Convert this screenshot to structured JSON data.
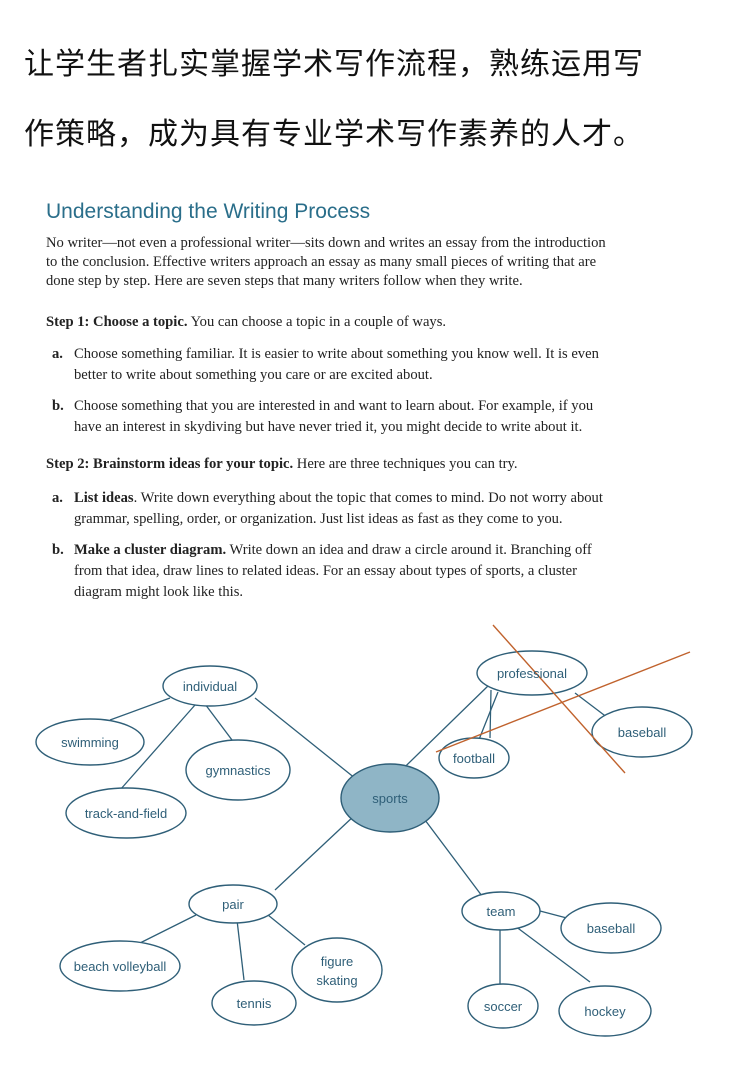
{
  "header": {
    "line1": "让学生者扎实掌握学术写作流程，熟练运用写",
    "line2": "作策略，成为具有专业学术写作素养的人才。"
  },
  "section": {
    "title": "Understanding the Writing Process",
    "intro_lines": [
      "No writer—not even a professional writer—sits down and writes an essay from the introduction",
      "to the conclusion. Effective writers approach an essay as many small pieces of writing that are",
      "done step by step. Here are seven steps that many writers follow when they write."
    ]
  },
  "step1": {
    "heading": "Step 1: Choose a topic.",
    "text": " You can choose a topic in a couple of ways.",
    "items": [
      {
        "marker": "a.",
        "lines": [
          "Choose something familiar. It is easier to write about something you know well. It is even",
          "better to write about something you care or are excited about."
        ]
      },
      {
        "marker": "b.",
        "lines": [
          "Choose something that you are interested in and want to learn about. For example, if you",
          "have an interest in skydiving but have never tried it, you might decide to write about it."
        ]
      }
    ]
  },
  "step2": {
    "heading": "Step 2: Brainstorm ideas for your topic.",
    "text": " Here are three techniques you can try.",
    "items": [
      {
        "marker": "a.",
        "bold": "List ideas",
        "line1": ". Write down everything about the topic that comes to mind. Do not worry about",
        "line2": "grammar, spelling, order, or organization. Just list ideas as fast as they come to you."
      },
      {
        "marker": "b.",
        "bold": "Make a cluster diagram.",
        "line1": " Write down an idea and draw a circle around it. Branching off",
        "line2": "from that idea, draw lines to related ideas. For an essay about types of sports, a cluster",
        "line3": "diagram might look like this."
      }
    ]
  },
  "diagram": {
    "center": "sports",
    "individual": "individual",
    "swimming": "swimming",
    "gymnastics": "gymnastics",
    "track": "track-and-field",
    "professional": "professional",
    "football": "football",
    "pro_baseball": "baseball",
    "pair": "pair",
    "beach": "beach volleyball",
    "tennis": "tennis",
    "figure1": "figure",
    "figure2": "skating",
    "team": "team",
    "team_baseball": "baseball",
    "soccer": "soccer",
    "hockey": "hockey",
    "colors": {
      "center_fill": "#8fb5c6",
      "stroke": "#2f5f78",
      "crossout": "#c0622d"
    }
  }
}
